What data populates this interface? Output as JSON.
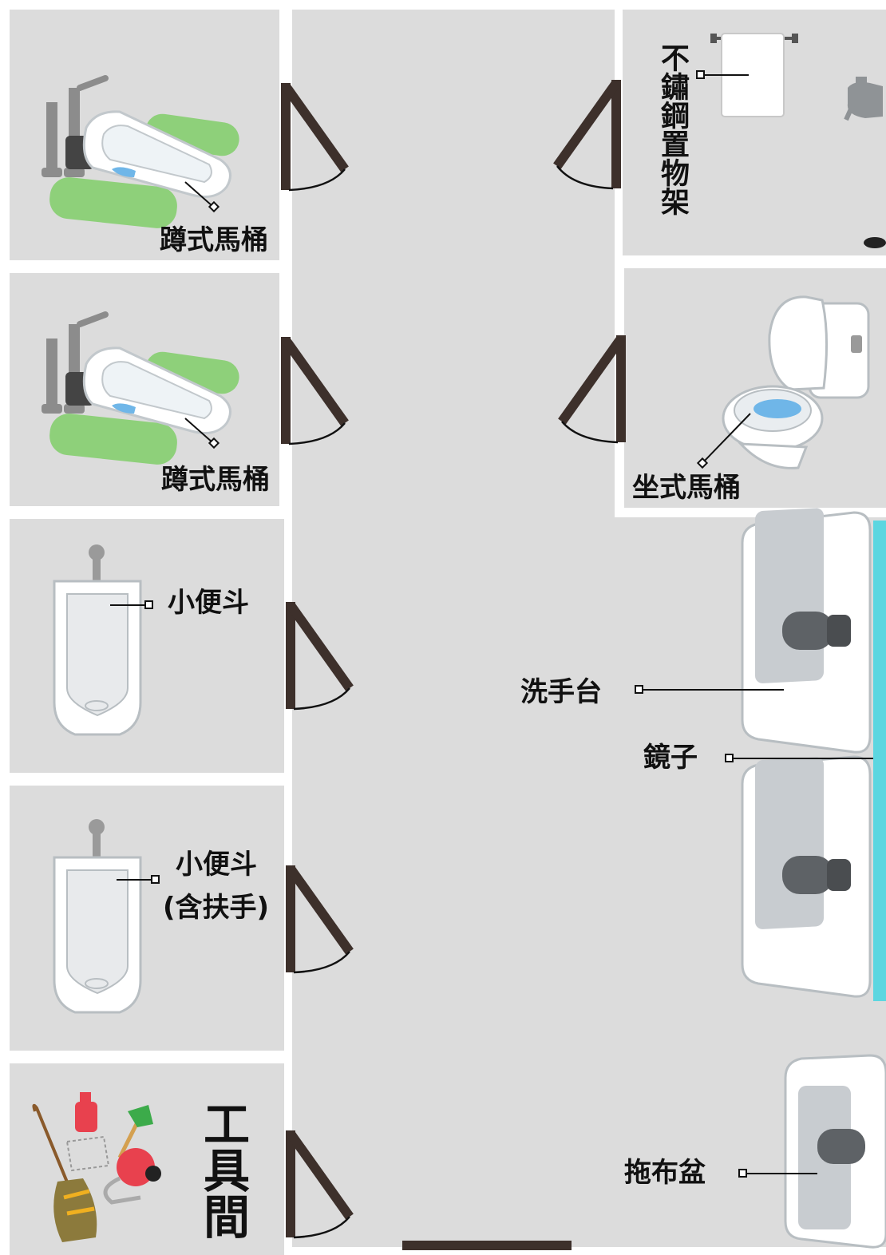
{
  "rooms": {
    "squat1": "蹲式馬桶",
    "squat2": "蹲式馬桶",
    "sit": "坐式馬桶",
    "urinal": "小便斗",
    "urinal_rail_1": "小便斗",
    "urinal_rail_2": "(含扶手)",
    "tool_room": "工具間"
  },
  "labels": {
    "shelf": "不鏽鋼置物架",
    "sink": "洗手台",
    "mirror": "鏡子",
    "mop_sink": "拖布盆"
  },
  "colors": {
    "floor": "#dcdcdc",
    "wall": "#ffffff",
    "door": "#3d302b",
    "mirror": "#5cd6e0",
    "mat": "#8ed07a"
  }
}
